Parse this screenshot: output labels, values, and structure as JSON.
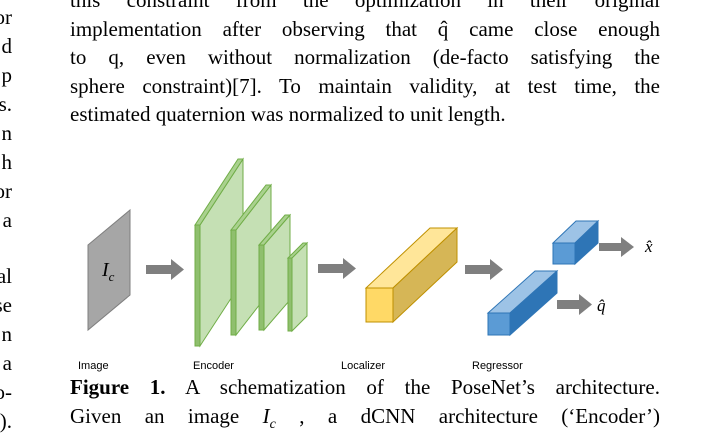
{
  "left_column_fragments": [
    "or",
    "d",
    "p",
    "s.",
    "n",
    "h",
    "or",
    "a",
    "al",
    "se",
    "n",
    "a",
    "o-",
    ")."
  ],
  "body_paragraph": {
    "lines": [
      "this constraint from the optimization in their original",
      "implementation after observing that  q̂ came close enough",
      "to q, even without normalization (de-facto satisfying the",
      "sphere constraint)[7]. To maintain validity, at test time, the",
      "estimated quaternion was normalized to unit length."
    ]
  },
  "figure": {
    "labels": {
      "image": "Image",
      "encoder": "Encoder",
      "localizer": "Localizer",
      "regressor": "Regressor"
    },
    "image_symbol": "I",
    "image_symbol_sub": "c",
    "output_x": "x̂",
    "output_q": "q̂",
    "colors": {
      "image_fill": "#a6a6a6",
      "encoder_fill": "#a9d18e",
      "localizer_fill": "#ffd966",
      "regressor_fill": "#5b9bd5",
      "arrow": "#7f7f7f"
    }
  },
  "caption": {
    "label": "Figure 1.",
    "line1_rest": " A schematization of the PoseNet’s architecture.",
    "line2_start": "Given  an  image  ",
    "line2_sym": "I",
    "line2_sub": "c",
    "line2_end": " ,  a  dCNN  architecture  (‘Encoder’)"
  }
}
